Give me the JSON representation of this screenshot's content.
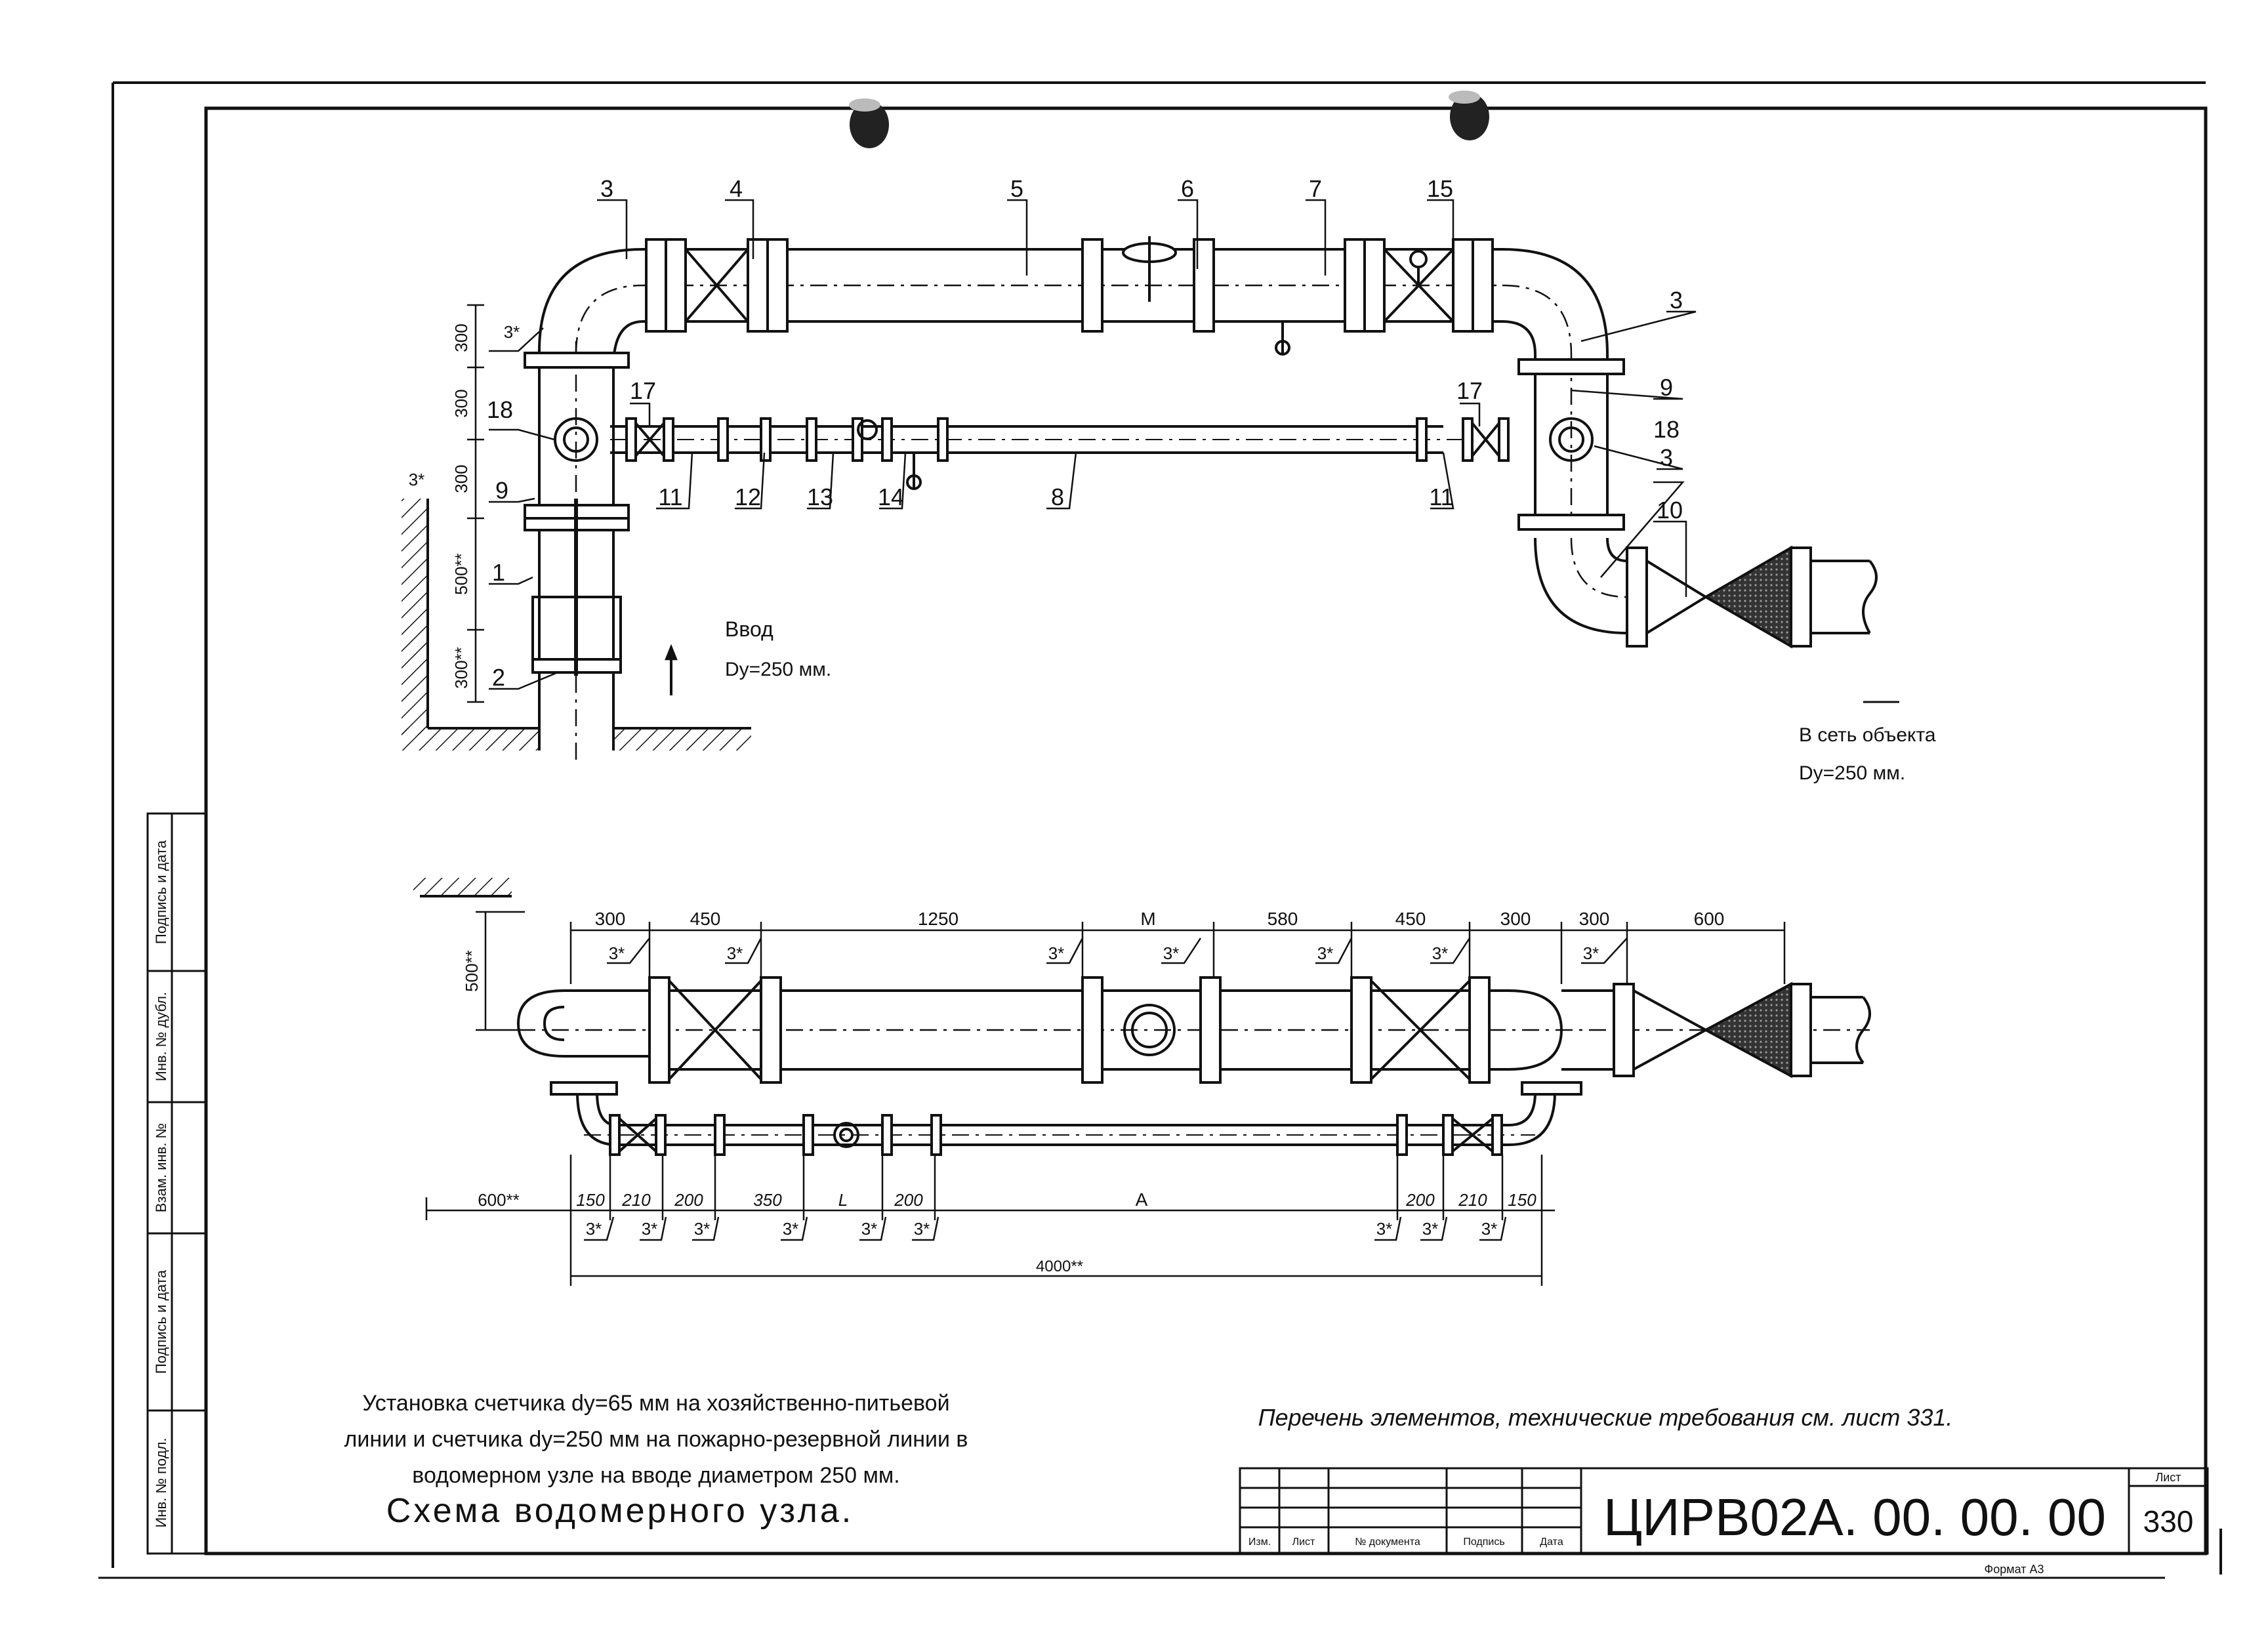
{
  "top_view": {
    "callouts": {
      "c1": "1",
      "c2": "2",
      "c3a": "3",
      "c3b": "3",
      "c3c": "3",
      "c4": "4",
      "c5": "5",
      "c6": "6",
      "c7": "7",
      "c15": "15",
      "c9a": "9",
      "c9b": "9",
      "c8": "8",
      "c10": "10",
      "c11a": "11",
      "c11b": "11",
      "c12": "12",
      "c13": "13",
      "c14": "14",
      "c17a": "17",
      "c17b": "17",
      "c18a": "18",
      "c18b": "18"
    },
    "weld_marks": {
      "w1": "3*",
      "w2": "3*"
    },
    "vertical_dims": {
      "d1": "300",
      "d2": "300",
      "d3": "300",
      "d4": "500**",
      "d5": "300**"
    },
    "inlet_label": "Ввод",
    "inlet_diameter": "Dy=250 мм.",
    "outlet_label": "В сеть объекта",
    "outlet_diameter": "Dy=250 мм."
  },
  "plan_view": {
    "top_dims": [
      "300",
      "450",
      "1250",
      "M",
      "580",
      "450",
      "300",
      "300",
      "600"
    ],
    "top_welds": [
      "3*",
      "3*",
      "3*",
      "3*",
      "3*",
      "3*",
      "3*"
    ],
    "height_dim": "500**",
    "bottom_dims": [
      "600**",
      "150",
      "210",
      "200",
      "350",
      "L",
      "200",
      "A",
      "200",
      "210",
      "150"
    ],
    "bottom_welds": [
      "3*",
      "3*",
      "3*",
      "3*",
      "3*",
      "3*",
      "3*",
      "3*",
      "3*"
    ],
    "total_dim": "4000**"
  },
  "side_stamp": [
    "Подпись и дата",
    "Инв. № дубл.",
    "Взам. инв. №",
    "Подпись и дата",
    "Инв. № подл."
  ],
  "caption": {
    "line1": "Установка счетчика dy=65 мм на хозяйственно-питьевой",
    "line2": "линии и счетчика dy=250 мм на пожарно-резервной линии в",
    "line3": "водомерном узле на вводе диаметром 250 мм.",
    "title": "Схема водомерного узла."
  },
  "note": "Перечень элементов, технические требования см. лист 331.",
  "title_block": {
    "col_izm": "Изм.",
    "col_list": "Лист",
    "col_doc": "№ документа",
    "col_sign": "Подпись",
    "col_date": "Дата",
    "code": "ЦИРВ02А. 00. 00. 00",
    "sheet_label": "Лист",
    "sheet_no": "330",
    "format": "Формат А3"
  },
  "colors": {
    "ink": "#111111",
    "paper": "#ffffff",
    "hole": "#222222"
  }
}
